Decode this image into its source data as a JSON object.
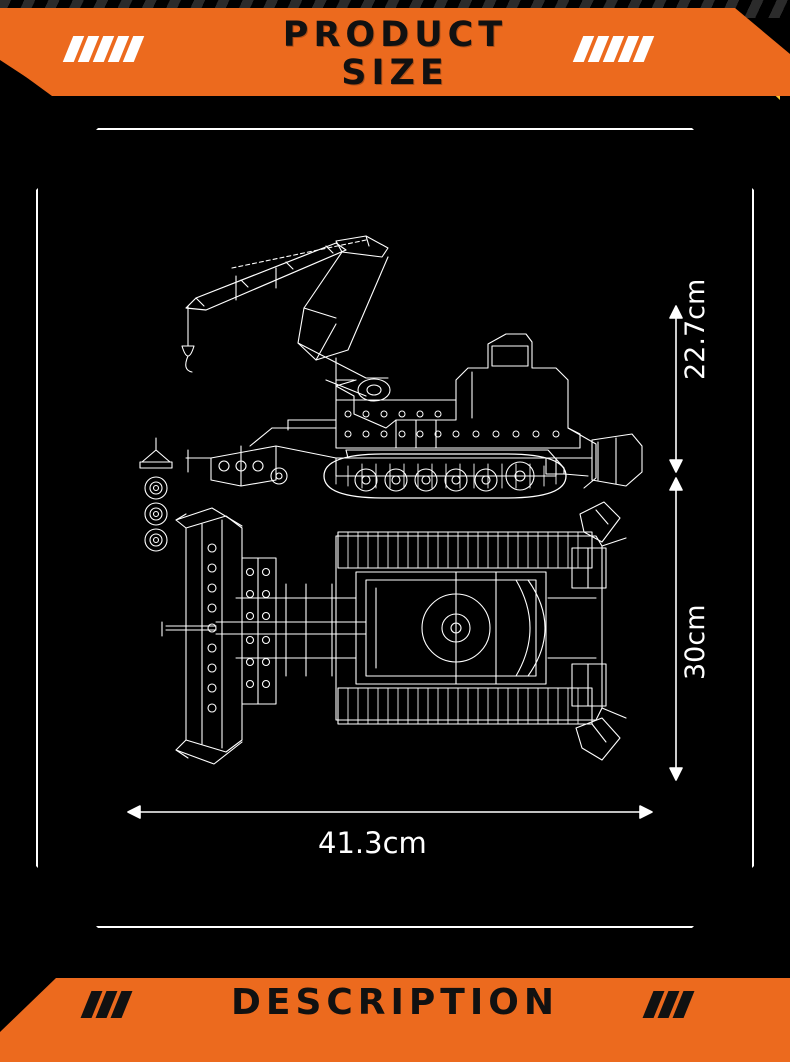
{
  "top_banner": {
    "title_line1": "PRODUCT",
    "title_line2": "SIZE",
    "slash_count_left": 5,
    "slash_count_right": 5,
    "bg_color": "#ec6a1e",
    "accent_color": "#f5c430"
  },
  "bottom_banner": {
    "title": "DESCRIPTION",
    "slash_count_left": 3,
    "slash_count_right": 3,
    "bg_color": "#ec6a1e"
  },
  "diagram": {
    "background_color": "#000000",
    "line_color": "#ffffff",
    "caption": "Technical line drawing of a tracked excavator / bulldozer building-block model, side view above and top view below",
    "dimensions": {
      "height_side_view": "22.7cm",
      "height_top_view": "30cm",
      "width": "41.3cm"
    }
  }
}
